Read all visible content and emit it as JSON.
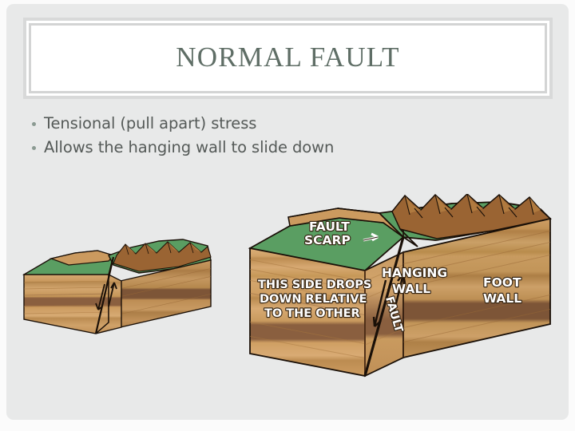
{
  "slide": {
    "title": "NORMAL FAULT",
    "title_color": "#5f6e66",
    "background_color": "#e8e9e9",
    "title_box_color": "#ffffff"
  },
  "bullets": [
    {
      "text": "Tensional (pull apart) stress"
    },
    {
      "text": "Allows the hanging wall to slide down"
    }
  ],
  "diagrams": {
    "small_block": {
      "name": "normal-fault-block-small",
      "labels": []
    },
    "large_block": {
      "name": "normal-fault-block-large",
      "labels": [
        {
          "id": "fault-scarp",
          "line1": "FAULT",
          "line2": "SCARP"
        },
        {
          "id": "hanging-wall",
          "line1": "HANGING",
          "line2": "WALL"
        },
        {
          "id": "foot-wall",
          "line1": "FOOT",
          "line2": "WALL"
        },
        {
          "id": "fault",
          "line1": "FAULT"
        },
        {
          "id": "this-side-drops",
          "line1": "THIS SIDE DROPS",
          "line2": "DOWN RELATIVE",
          "line3": "TO THE OTHER"
        }
      ]
    }
  },
  "palette": {
    "grass_green": "#5a9e62",
    "grass_green_dark": "#4a8a53",
    "sand_light": "#d9ae77",
    "sand": "#cb9a5f",
    "sand_dark": "#bd8a50",
    "band_brown": "#8a5f3f",
    "band_brown_dark": "#7a5135",
    "mountain_brown": "#9a6433",
    "mountain_brown_light": "#b07a3f",
    "outline": "#1a1008",
    "label_white": "#ffffff"
  }
}
